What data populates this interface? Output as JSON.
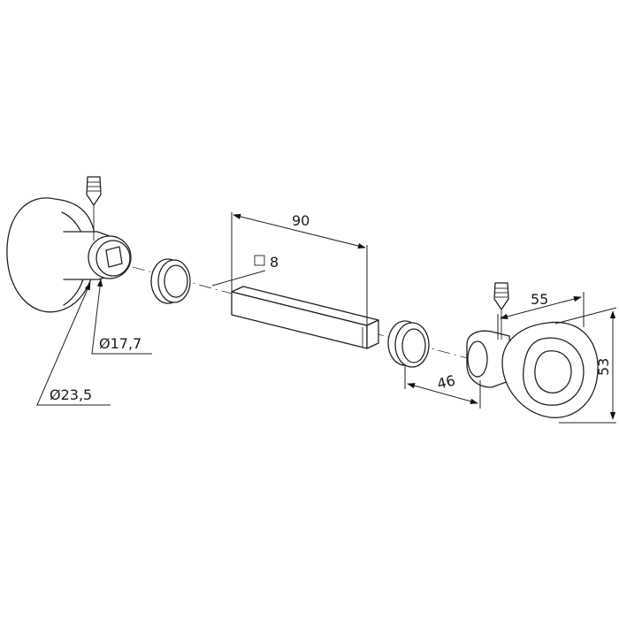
{
  "dimensions": {
    "diameter_rose": "Ø23,5",
    "diameter_neck": "Ø17,7",
    "spindle_length": "90",
    "spindle_square": "8",
    "knob_width": "55",
    "knob_height": "53",
    "knob_projection": "46"
  }
}
